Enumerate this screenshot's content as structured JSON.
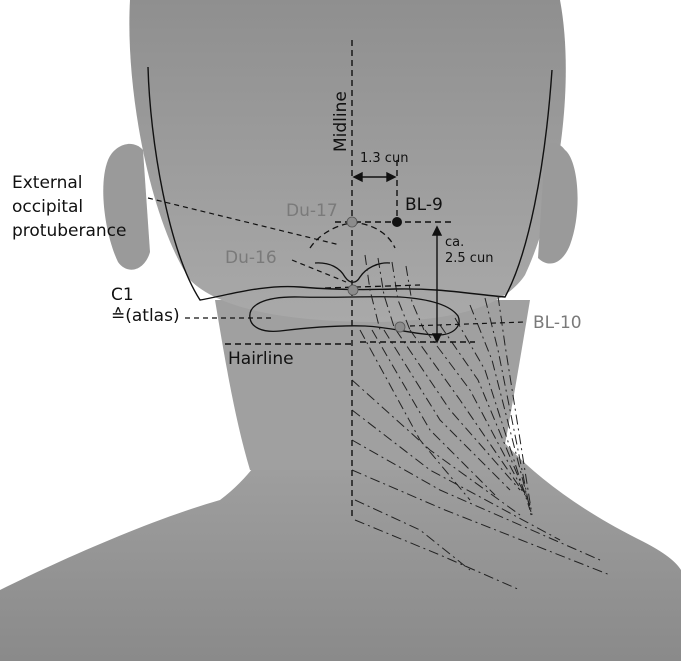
{
  "labels": {
    "midline": "Midline",
    "distance_bl9": "1.3 cun",
    "external_occipital": [
      "External",
      "occipital",
      "protuberance"
    ],
    "du17": "Du-17",
    "bl9": "BL-9",
    "distance_bl10": [
      "ca.",
      "2.5 cun"
    ],
    "du16": "Du-16",
    "c1": "C1",
    "atlas": "≙(atlas)",
    "bl10": "BL-10",
    "hairline": "Hairline"
  },
  "colors": {
    "black_label": "#111111",
    "gray_label": "#7a7a7a",
    "point_black": "#111111",
    "point_gray": "#8c8c8c"
  }
}
